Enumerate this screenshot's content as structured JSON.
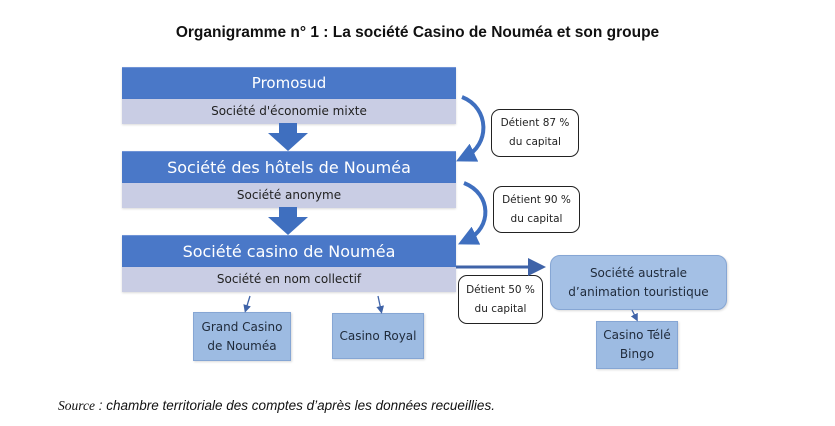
{
  "title": "Organigramme n° 1 :  La société Casino de Nouméa et son groupe",
  "entities": [
    {
      "name": "Promosud",
      "type": "Société d'économie mixte"
    },
    {
      "name": "Société des hôtels de Nouméa",
      "type": "Société anonyme"
    },
    {
      "name": "Société casino de Nouméa",
      "type": "Société en nom collectif"
    }
  ],
  "ownership_notes": [
    {
      "line1": "Détient 87 %",
      "line2": "du capital",
      "percent": 87
    },
    {
      "line1": "Détient 90 %",
      "line2": "du capital",
      "percent": 90
    },
    {
      "line1": "Détient 50 %",
      "line2": "du capital",
      "percent": 50
    }
  ],
  "subsidiaries": {
    "grand_casino": {
      "line1": "Grand Casino",
      "line2": "de Nouméa"
    },
    "casino_royal": {
      "line1": "Casino Royal"
    },
    "societe_australe": {
      "line1": "Société australe",
      "line2": "d’animation touristique"
    },
    "casino_tele_bingo": {
      "line1": "Casino Télé",
      "line2": "Bingo"
    }
  },
  "source": {
    "label": "Source",
    "text": " : chambre territoriale des comptes d’après les données recueillies."
  },
  "colors": {
    "header_blue": "#4a78c8",
    "subheader_gray": "#c9cde4",
    "arrow_blue": "#3f6fbf",
    "box_light_blue": "#9dbbe2"
  }
}
